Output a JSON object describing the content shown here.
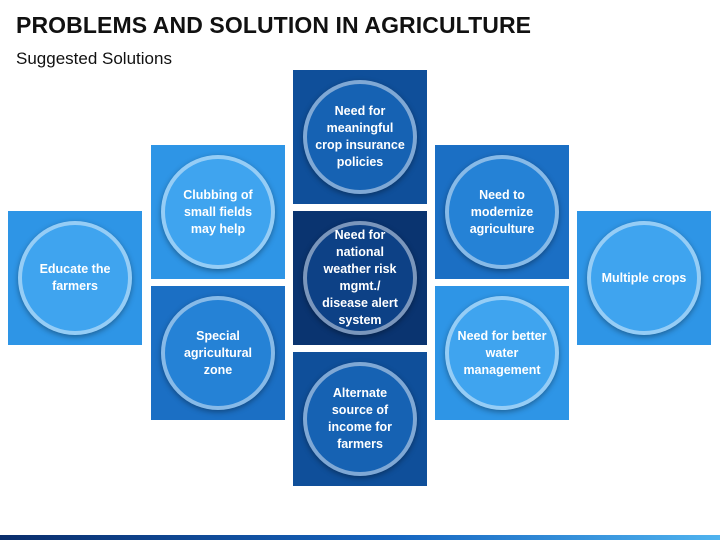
{
  "header": {
    "title": "PROBLEMS AND SOLUTION IN AGRICULTURE",
    "subtitle": "Suggested Solutions"
  },
  "colors": {
    "light": "#2e95e6",
    "light_circle": "#3fa4ef",
    "medium": "#1b6fc4",
    "medium_circle": "#2582d6",
    "dark": "#0f4f9a",
    "dark_circle": "#1662b3",
    "darkest": "#0a3470",
    "darkest_circle": "#0d4186"
  },
  "tiles": [
    {
      "id": "educate",
      "label": "Educate the farmers"
    },
    {
      "id": "clubbing",
      "label": "Clubbing of small fields may help"
    },
    {
      "id": "special",
      "label": "Special agricultural zone"
    },
    {
      "id": "insurance",
      "label": "Need for meaningful crop insurance policies"
    },
    {
      "id": "weather",
      "label": "Need for national weather risk mgmt./ disease alert system"
    },
    {
      "id": "income",
      "label": "Alternate source of income for farmers"
    },
    {
      "id": "modernize",
      "label": "Need to modernize agriculture"
    },
    {
      "id": "water",
      "label": "Need for better water management"
    },
    {
      "id": "crops",
      "label": "Multiple crops"
    }
  ]
}
